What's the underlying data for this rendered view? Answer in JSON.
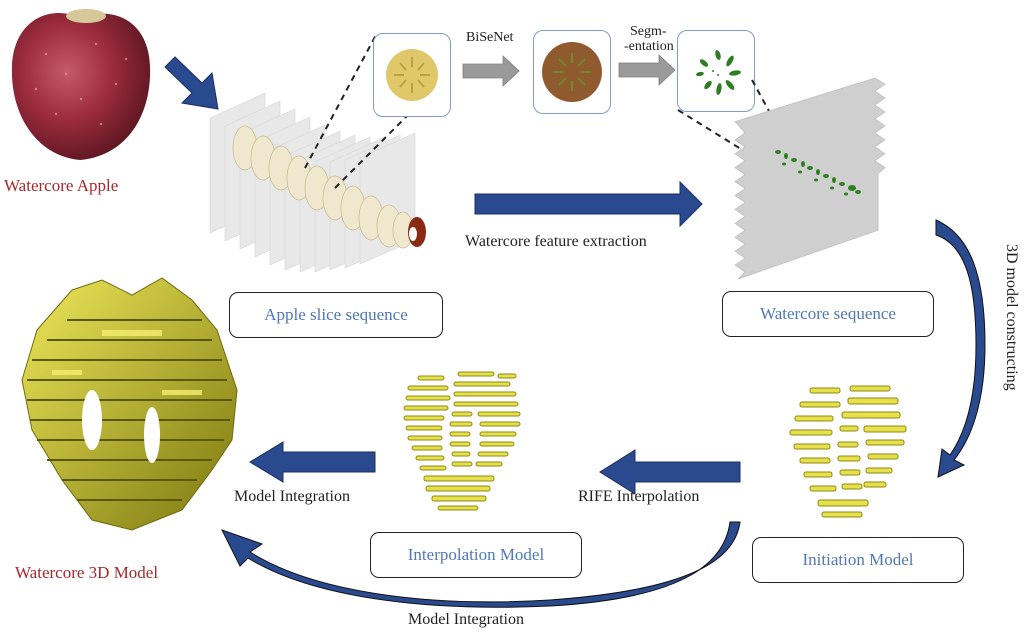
{
  "title": "Watercore apple 3D model reconstruction pipeline",
  "colors": {
    "arrow_blue": "#2a4a8f",
    "arrow_gray": "#9a9a9a",
    "label_red": "#a8282d",
    "box_text_blue": "#4f78b8",
    "thumb_border": "#7f9ccf",
    "model_yellow": "#e6e04a",
    "model_olive": "#8e8a14",
    "watercore_green": "#2f7d23"
  },
  "nodes": {
    "apple": {
      "label": "Watercore Apple",
      "icon": "apple-photo"
    },
    "apple_slices": {
      "label": "Apple slice sequence",
      "icon": "slice-stack"
    },
    "watercore_seq": {
      "label": "Watercore sequence",
      "icon": "watercore-stack"
    },
    "initiation": {
      "label": "Initiation Model",
      "icon": "voxel-model"
    },
    "interpolation": {
      "label": "Interpolation Model",
      "icon": "voxel-model"
    },
    "final": {
      "label": "Watercore 3D Model",
      "icon": "voxel-model-dense"
    }
  },
  "segmentation_steps": [
    {
      "image": "raw-slice",
      "arrow_label": "BiSeNet"
    },
    {
      "image": "segmented-slice",
      "arrow_label_line1": "Segm-",
      "arrow_label_line2": "-entation"
    },
    {
      "image": "watercore-mask"
    }
  ],
  "edges": {
    "feature_extraction": "Watercore feature extraction",
    "model_constructing": "3D model constructing",
    "rife": "RIFE Interpolation",
    "integration_top": "Model Integration",
    "integration_bottom": "Model Integration"
  }
}
